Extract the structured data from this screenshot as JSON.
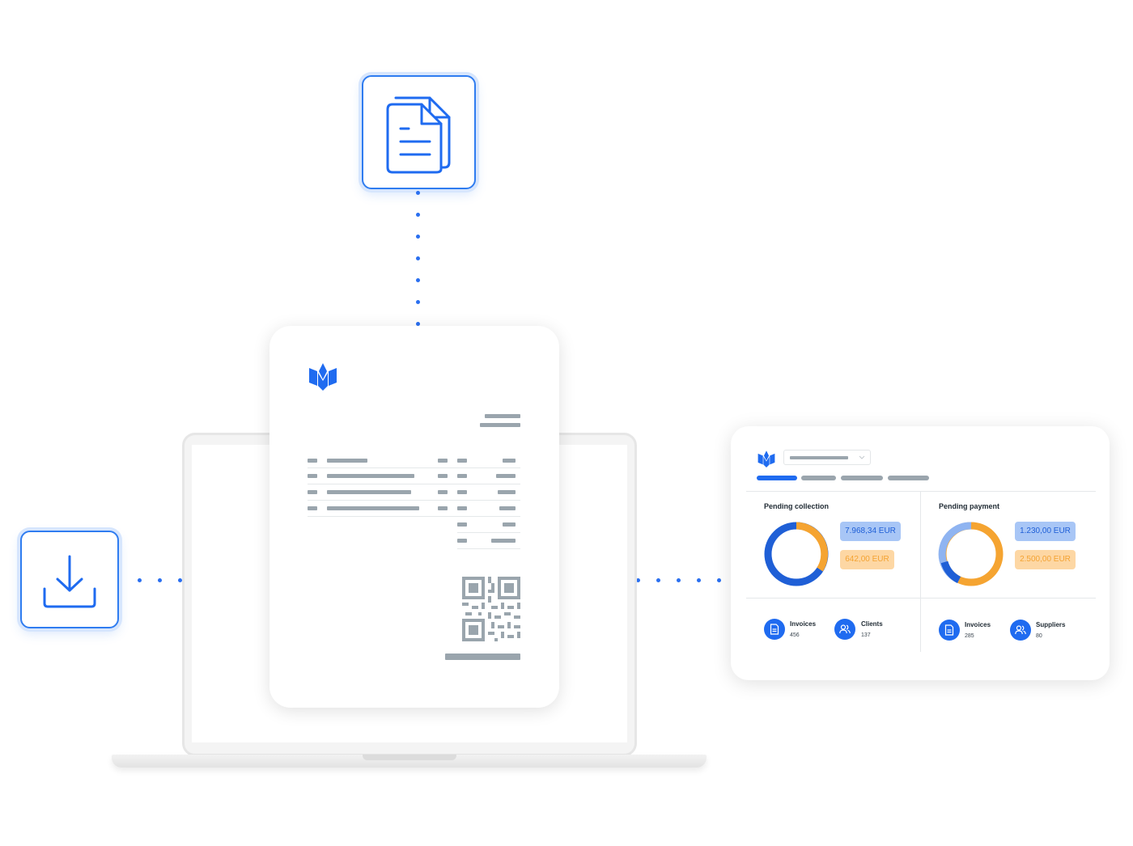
{
  "icons": {
    "documents": "documents-icon",
    "download": "download-icon",
    "brand_logo": "brand-logo"
  },
  "colors": {
    "accent_blue": "#2a6ff0",
    "donut_blue": "#1f5fd6",
    "donut_light_blue": "#8fb4f1",
    "donut_orange": "#f5a431",
    "pill_blue_bg": "#a8c6f6",
    "pill_orange_bg": "#fdd7a4",
    "placeholder_gray": "#9aa5ad"
  },
  "dashboard": {
    "pending_collection": {
      "title": "Pending collection",
      "amount_blue": "7.968,34 EUR",
      "amount_orange": "642,00 EUR"
    },
    "pending_payment": {
      "title": "Pending payment",
      "amount_blue": "1.230,00 EUR",
      "amount_orange": "2.500,00 EUR"
    },
    "stats_left": [
      {
        "label": "Invoices",
        "value": "456"
      },
      {
        "label": "Clients",
        "value": "137"
      }
    ],
    "stats_right": [
      {
        "label": "Invoices",
        "value": "285"
      },
      {
        "label": "Suppliers",
        "value": "80"
      }
    ]
  }
}
